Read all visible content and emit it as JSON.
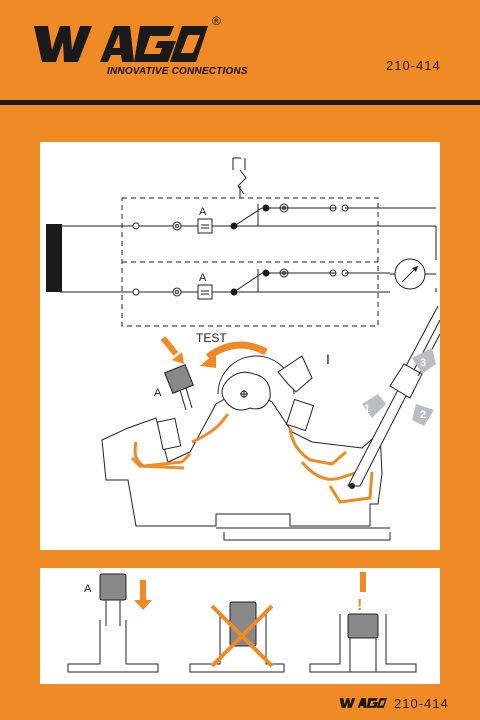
{
  "brand": {
    "name": "WAGO",
    "registered": "®",
    "tagline": "INNOVATIVE CONNECTIONS",
    "colors": {
      "background": "#f08a24",
      "dark": "#1a1a1a",
      "panel": "#ffffff"
    }
  },
  "header": {
    "part_number": "210-414"
  },
  "diagram": {
    "label_a_top": "A",
    "label_a_bottom": "A",
    "label_a_fuse": "A",
    "label_test": "TEST",
    "label_one": "I",
    "step_1": "1",
    "step_2": "2",
    "step_3": "3"
  },
  "steps_panel": {
    "label_a": "A",
    "warning_mark": "!"
  },
  "footer": {
    "part_number": "210-414"
  }
}
